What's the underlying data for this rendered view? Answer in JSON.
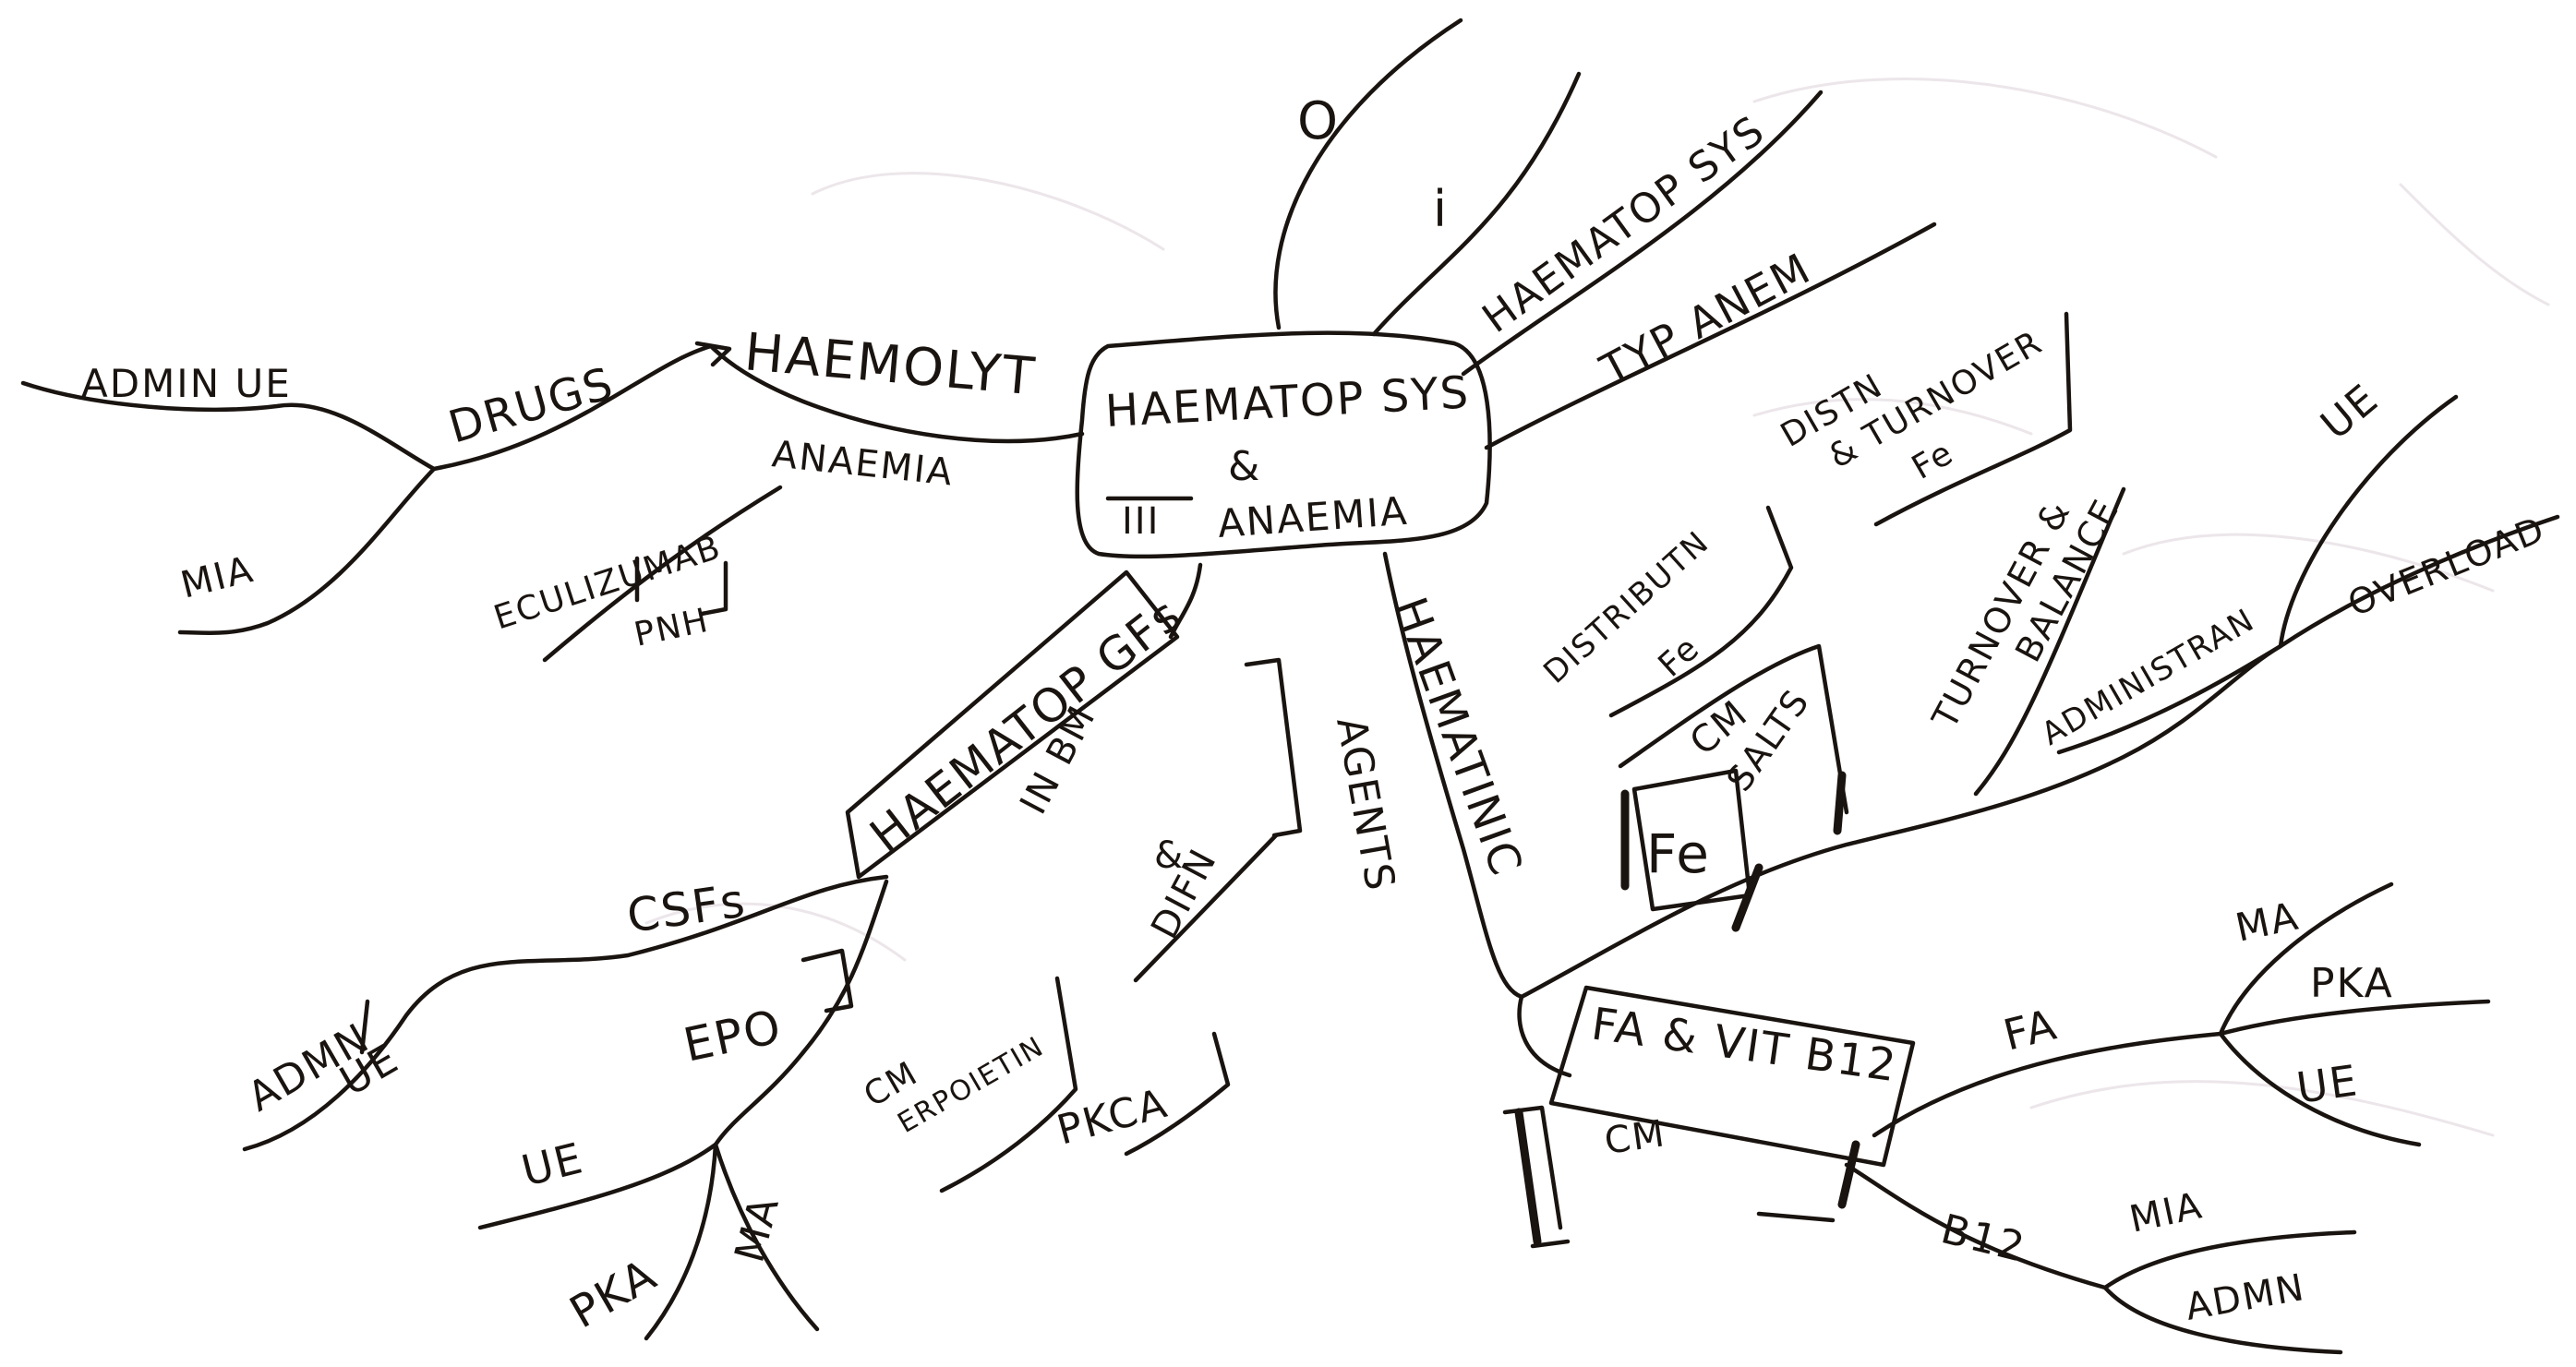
{
  "central": {
    "line1": "HAEMATOP SYS",
    "line2": "&",
    "line3": "ANAEMIA",
    "marker": "III"
  },
  "top_branches": {
    "o": "O",
    "i": "i",
    "haematop_sys": "HAEMATOP SYS",
    "typ_anem": "TYP ANEM",
    "distn_turnover": {
      "line1": "DISTN",
      "line2": "& TURNOVER",
      "line3": "Fe"
    }
  },
  "left_branch": {
    "haemolyt": "HAEMOLYT",
    "anaemia": "ANAEMIA",
    "drugs": "DRUGS",
    "admin_ue": "ADMIN UE",
    "mia": "MIA",
    "eculizumab": "ECULIZUMAB",
    "pnh": "PNH"
  },
  "csf_branch": {
    "haematop_gfs": "HAEMATOP GFs",
    "in_bm_difn": {
      "line1": "IN BM",
      "line2": "&",
      "line3": "DIFN"
    },
    "csfs": "CSFs",
    "admin": "ADMN",
    "ue": "UE",
    "epo": "EPO",
    "cm_erpoietin": {
      "line1": "CM",
      "line2": "ERPOIETIN"
    },
    "pkca": "PKCA",
    "ue2": "UE",
    "pka": "PKA",
    "ma": "MA"
  },
  "haematinic_branch": {
    "haematinic": "HAEMATINIC",
    "agents": "AGENTS",
    "fe": "Fe",
    "cm_salts": {
      "line1": "CM",
      "line2": "SALTS"
    },
    "distribution": {
      "line1": "DISTRIBUTN",
      "line2": "Fe"
    },
    "turnover_balance": {
      "line1": "TURNOVER &",
      "line2": "BALANCE"
    },
    "administran": "ADMINISTRAN",
    "ue": "UE",
    "overload": "OVERLOAD"
  },
  "fa_branch": {
    "fa_vitb12": "FA & VIT B12",
    "cm": "CM",
    "fa": "FA",
    "ma": "MA",
    "pka": "PKA",
    "ue": "UE",
    "b12": "B12",
    "mia": "MIA",
    "admn": "ADMN"
  }
}
